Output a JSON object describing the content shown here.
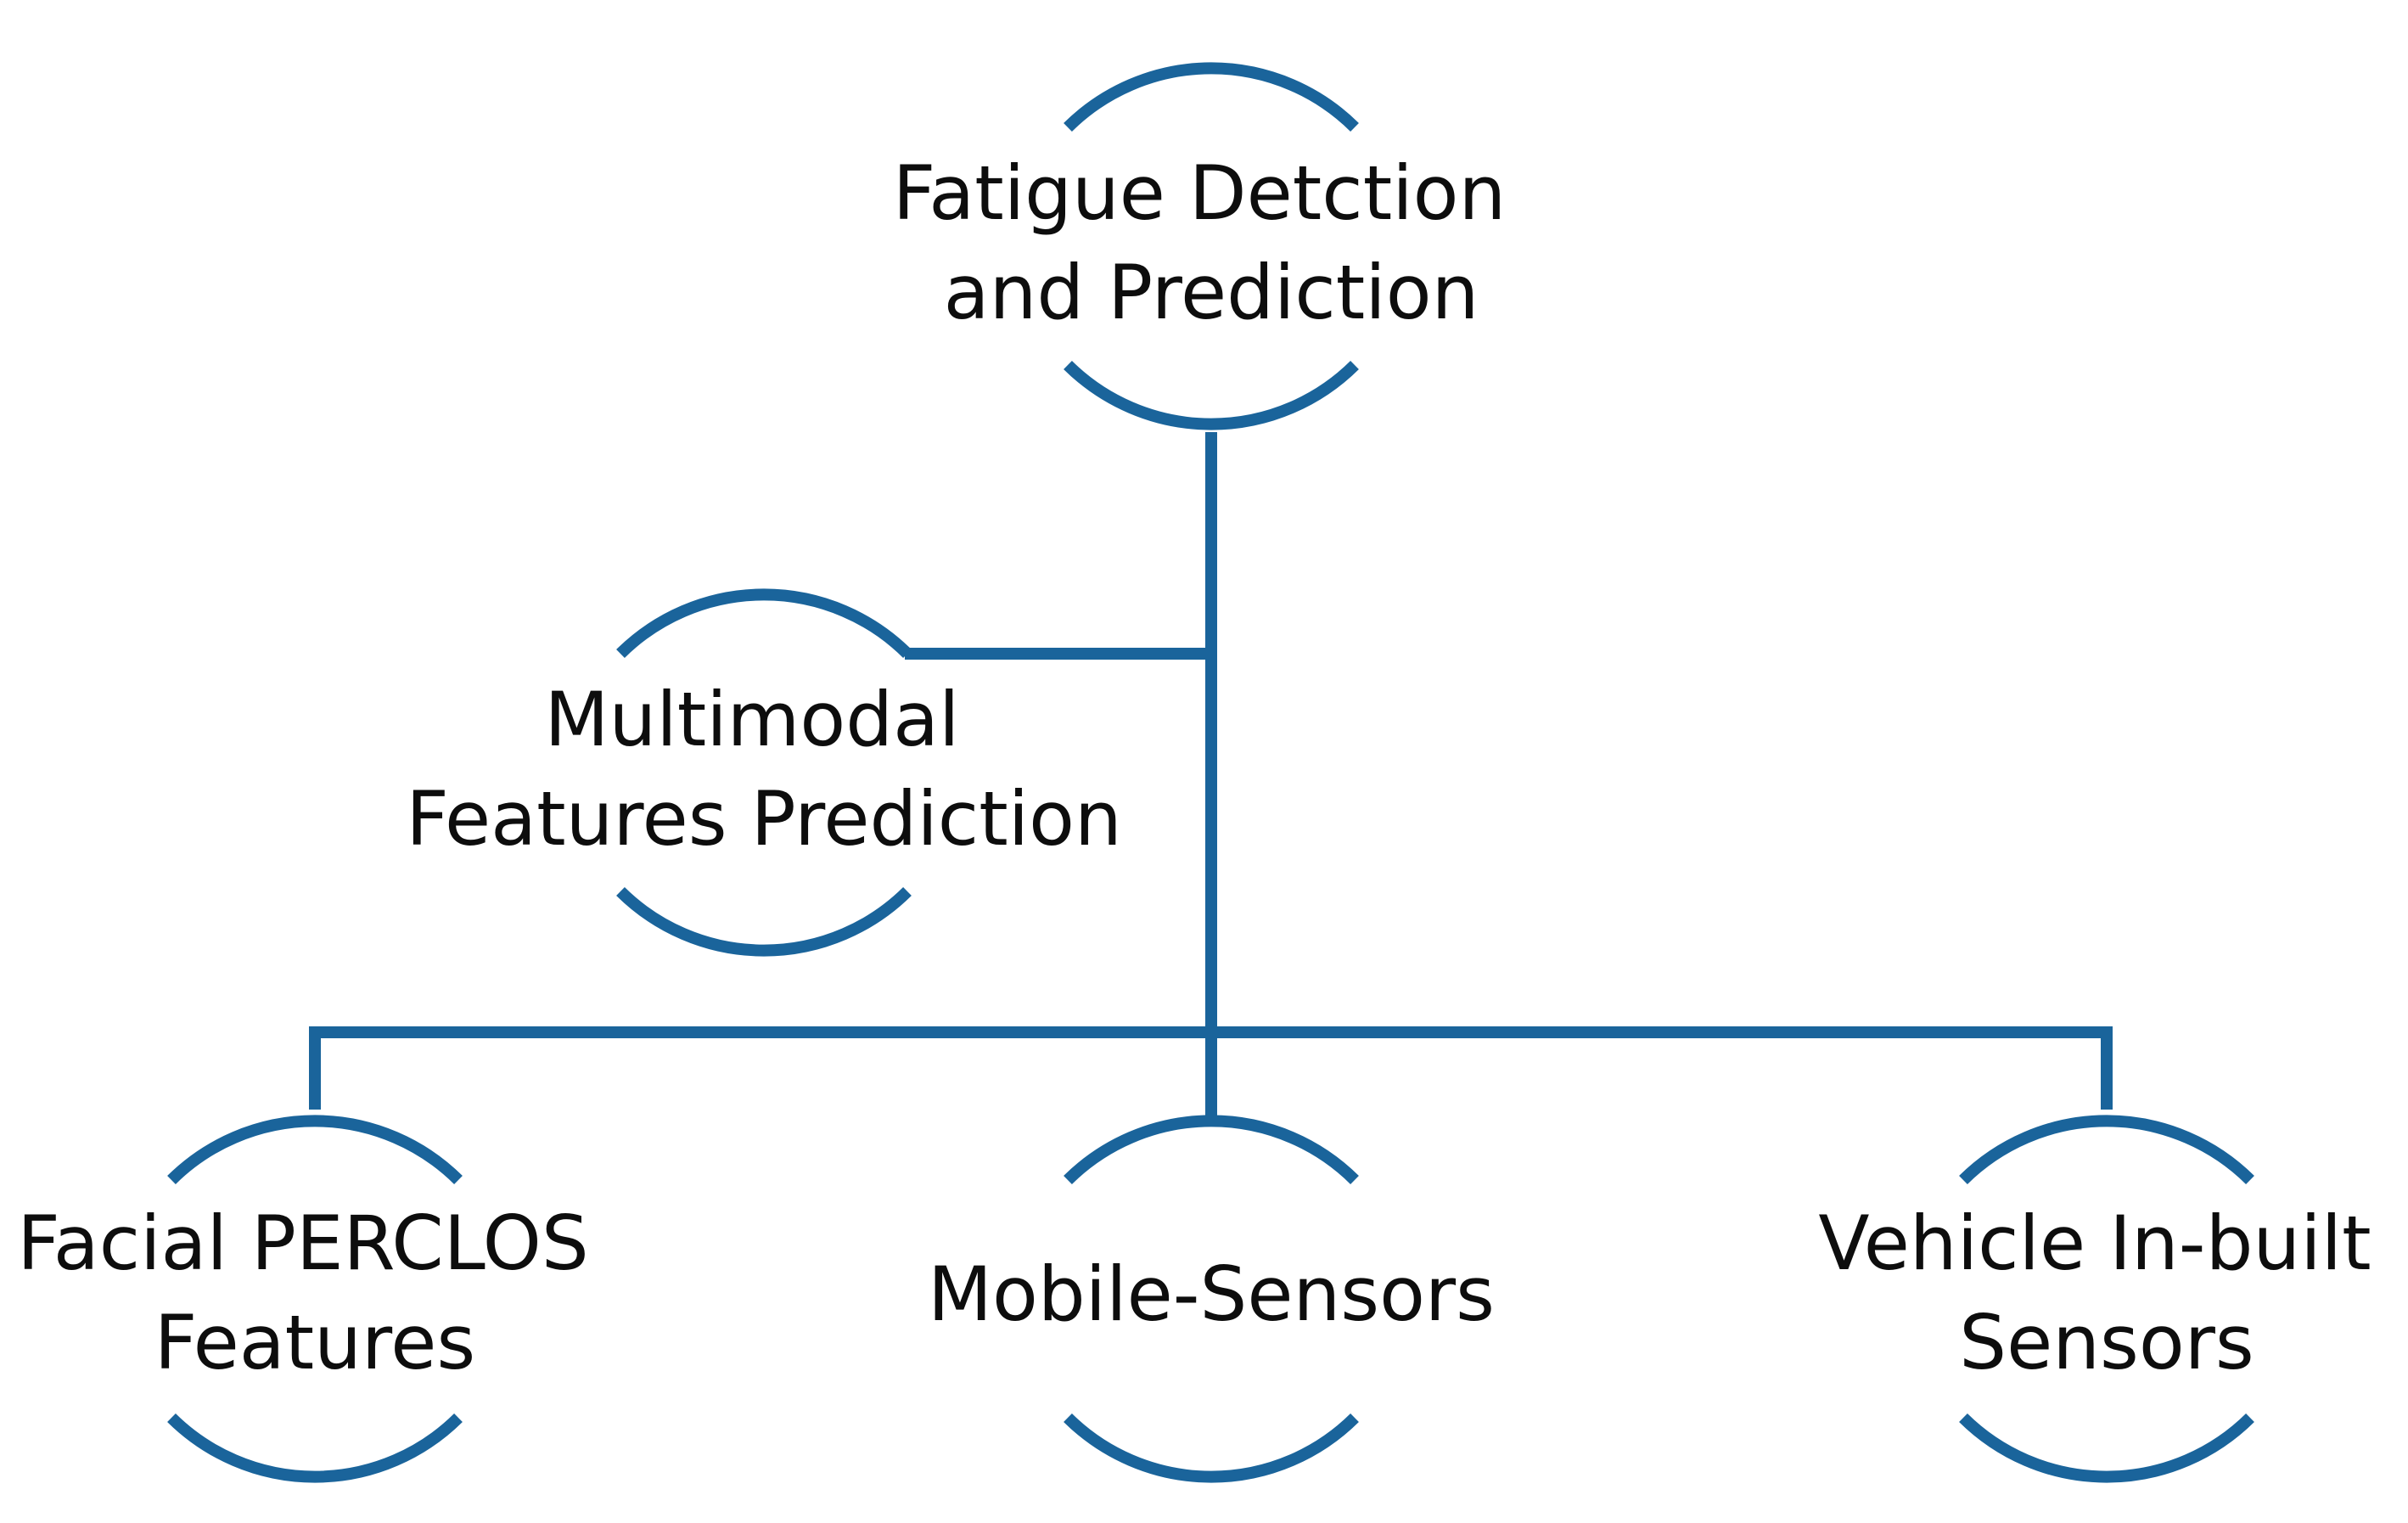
{
  "diagram": {
    "root": {
      "line1": "Fatigue Detction",
      "line2": "and Prediction"
    },
    "middle": {
      "line1": "Multimodal",
      "line2": "Features Prediction"
    },
    "leaves": [
      {
        "line1": "Facial PERCLOS",
        "line2": "Features"
      },
      {
        "line1": "Mobile-Sensors"
      },
      {
        "line1": "Vehicle In-built",
        "line2": "Sensors"
      }
    ]
  },
  "colors": {
    "line": "#1a649b",
    "text": "#0d0d0d",
    "background": "#ffffff"
  }
}
